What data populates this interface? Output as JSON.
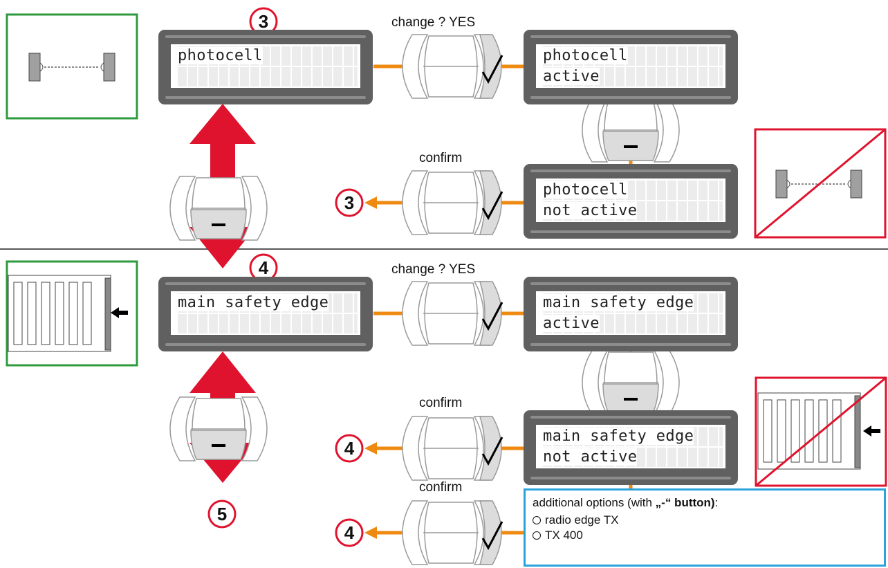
{
  "section_top": {
    "step_number": "3",
    "main_display": {
      "line1": "photocell",
      "line2": ""
    },
    "change_label": "change ? YES",
    "active_display": {
      "line1": "photocell",
      "line2": "active"
    },
    "confirm_label": "confirm",
    "inactive_display": {
      "line1": "photocell",
      "line2": "not active"
    },
    "return_step": "3"
  },
  "section_bottom": {
    "step_number": "4",
    "main_display": {
      "line1": "main safety edge",
      "line2": ""
    },
    "change_label": "change ? YES",
    "active_display": {
      "line1": "main safety edge",
      "line2": "active"
    },
    "confirm_label_1": "confirm",
    "inactive_display": {
      "line1": "main safety edge",
      "line2": "not active"
    },
    "return_step_1": "4",
    "confirm_label_2": "confirm",
    "return_step_2": "4",
    "next_step": "5"
  },
  "info_box": {
    "title_prefix": "additional options (with ",
    "title_bold": "„-“ button)",
    "title_suffix": ":",
    "options": [
      "radio edge TX",
      "TX 400"
    ]
  },
  "colors": {
    "green_frame": "#2e9a3e",
    "red_frame": "#e0132e",
    "blue_frame": "#2aa3dc",
    "orange_connector": "#ef8a11",
    "red_arrow": "#e0132e",
    "lcd_body": "#606060"
  }
}
